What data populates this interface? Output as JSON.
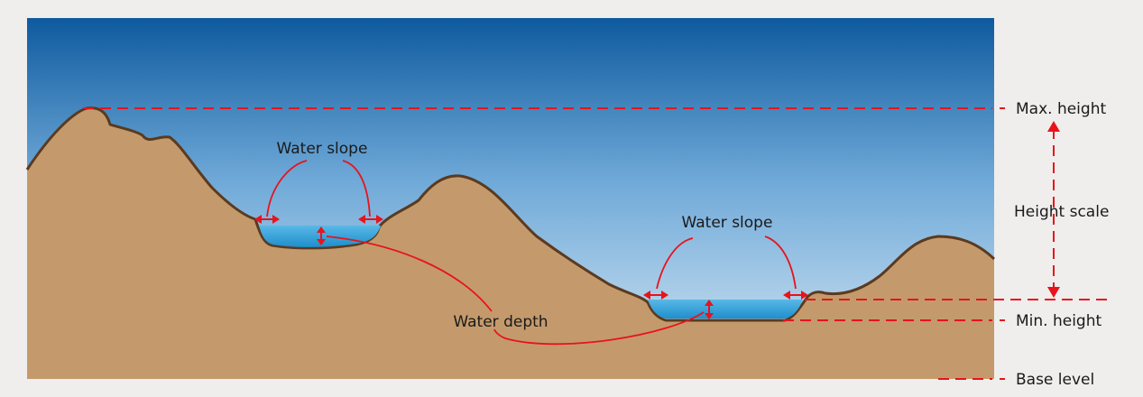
{
  "labels": {
    "water_slope": "Water slope",
    "water_depth": "Water depth",
    "max_height": "Max. height",
    "height_scale": "Height scale",
    "min_height": "Min. height",
    "base_level": "Base level"
  },
  "colors": {
    "sky_top": "#0e5a9e",
    "sky_bottom": "#cde3f2",
    "terrain": "#c49a6c",
    "terrain_outline": "#5b3a1f",
    "water": "#3aa6dd",
    "annotation": "#e8131b",
    "background": "#efeeed"
  }
}
